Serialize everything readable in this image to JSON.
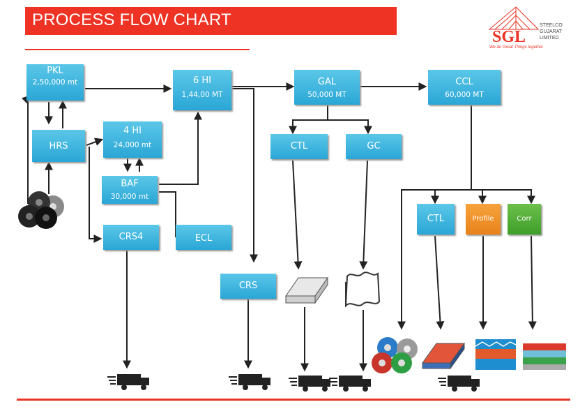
{
  "title": "PROCESS FLOW CHART",
  "logo": {
    "letters": "SGL",
    "company_line1": "STEELCO",
    "company_line2": "GUJARAT",
    "company_line3": "LIMITED",
    "tagline": "We do Great Things together",
    "accent_color": "#ee3224"
  },
  "nodes": {
    "pkl": {
      "label": "PKL",
      "capacity": "2,50,000 mt"
    },
    "hrs": {
      "label": "HRS"
    },
    "six_hi": {
      "label": "6 HI",
      "capacity": "1,44,00 MT"
    },
    "gal": {
      "label": "GAL",
      "capacity": "50,000 MT"
    },
    "ccl": {
      "label": "CCL",
      "capacity": "60,000 MT"
    },
    "four_hi": {
      "label": "4 HI",
      "capacity": "24,000 mt"
    },
    "ctl_top": {
      "label": "CTL"
    },
    "gc": {
      "label": "GC"
    },
    "baf": {
      "label": "BAF",
      "capacity": "30,000 mt"
    },
    "ctl_right": {
      "label": "CTL"
    },
    "profile": {
      "label": "Profile"
    },
    "corr": {
      "label": "Corr"
    },
    "crs4": {
      "label": "CRS4"
    },
    "ecl": {
      "label": "ECL"
    },
    "crs": {
      "label": "CRS"
    }
  },
  "colors": {
    "box": "#2aa6d6",
    "profile": "#e8821c",
    "corr": "#3e9e2a",
    "arrow": "#222222"
  }
}
